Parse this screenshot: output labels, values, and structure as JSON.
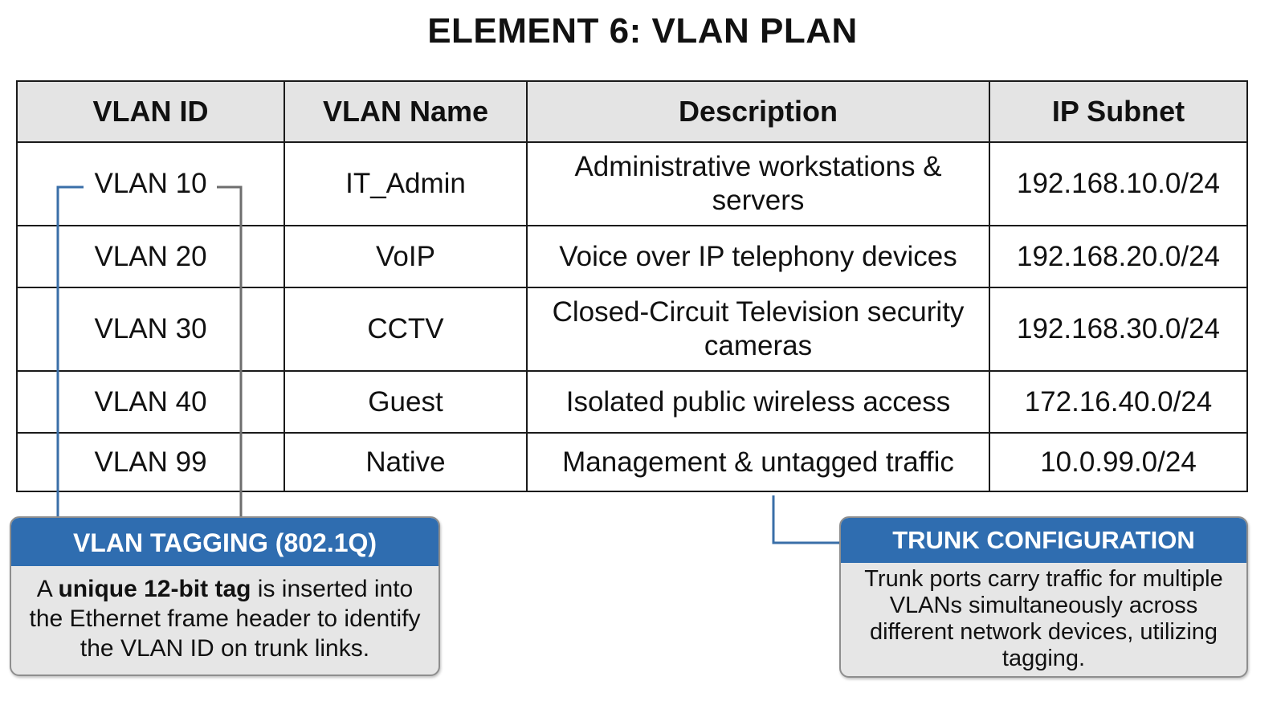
{
  "title": "ELEMENT 6: VLAN PLAN",
  "table": {
    "headers": [
      "VLAN ID",
      "VLAN Name",
      "Description",
      "IP Subnet"
    ],
    "rows": [
      {
        "id": "VLAN 10",
        "name": "IT_Admin",
        "description": "Administrative workstations & servers",
        "subnet": "192.168.10.0/24"
      },
      {
        "id": "VLAN 20",
        "name": "VoIP",
        "description": "Voice over IP telephony devices",
        "subnet": "192.168.20.0/24"
      },
      {
        "id": "VLAN 30",
        "name": "CCTV",
        "description": "Closed-Circuit Television security cameras",
        "subnet": "192.168.30.0/24"
      },
      {
        "id": "VLAN 40",
        "name": "Guest",
        "description": "Isolated public wireless access",
        "subnet": "172.16.40.0/24"
      },
      {
        "id": "VLAN 99",
        "name": "Native",
        "description": "Management & untagged traffic",
        "subnet": "10.0.99.0/24"
      }
    ]
  },
  "callouts": {
    "tagging": {
      "title": "VLAN TAGGING (802.1Q)",
      "body_prefix": "A ",
      "body_bold": "unique 12-bit tag",
      "body_suffix": " is inserted into the Ethernet frame header to identify the VLAN ID on trunk links."
    },
    "trunk": {
      "title": "TRUNK CONFIGURATION",
      "body": "Trunk ports carry traffic for multiple VLANs simultaneously across different network devices, utilizing tagging."
    }
  },
  "colors": {
    "callout_header": "#2f6db0",
    "connector": "#3a6fa8",
    "connector_gray": "#6e6e6e",
    "header_fill": "#e4e4e4",
    "callout_fill": "#e6e6e6"
  }
}
